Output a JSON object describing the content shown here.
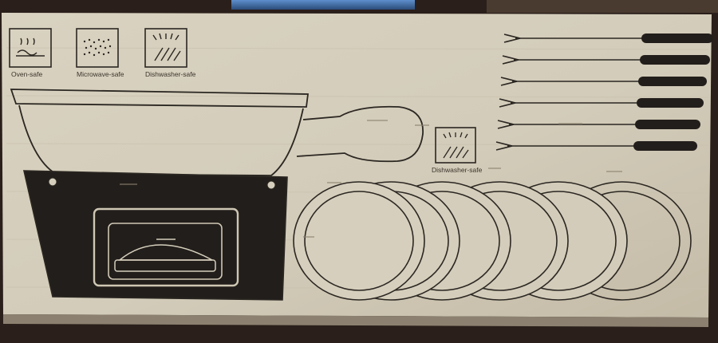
{
  "photo": {
    "subject": "fondue set box side panel",
    "colors": {
      "cardboard": "#d8d1bf",
      "cardboard_shadow": "#bfb6a2",
      "line_art": "#2b2722",
      "heater_fill": "#221e1b",
      "background": "#2a1f1a",
      "monitor_glow": "#3e6fa8"
    }
  },
  "care_icons": [
    {
      "icon": "oven-icon",
      "label": "Oven-safe"
    },
    {
      "icon": "microwave-icon",
      "label": "Microwave-safe"
    },
    {
      "icon": "dishwasher-icon",
      "label": "Dishwasher-safe"
    }
  ],
  "plates_care_icon": {
    "icon": "dishwasher-icon",
    "label": "Dishwasher-safe"
  },
  "set_contents": {
    "forks": 6,
    "plates": 6,
    "pot": 1,
    "burner_stand": 1
  }
}
